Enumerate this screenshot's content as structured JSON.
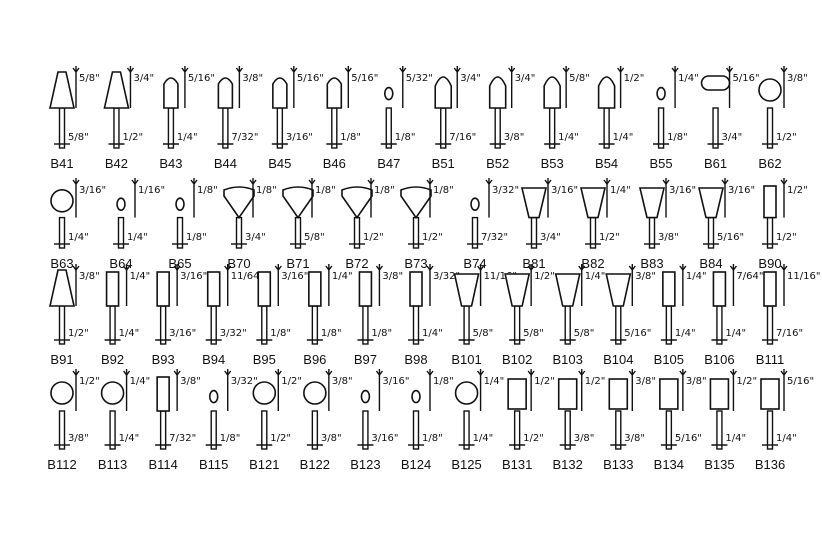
{
  "catalog": {
    "rows": [
      {
        "items": [
          {
            "code": "B41",
            "shape": "cone",
            "dims": [
              "5/8\"",
              "5/8\""
            ]
          },
          {
            "code": "B42",
            "shape": "cone",
            "dims": [
              "3/4\"",
              "1/2\""
            ]
          },
          {
            "code": "B43",
            "shape": "round",
            "dims": [
              "5/16\"",
              "1/4\""
            ]
          },
          {
            "code": "B44",
            "shape": "round",
            "dims": [
              "3/8\"",
              "7/32\""
            ]
          },
          {
            "code": "B45",
            "shape": "round",
            "dims": [
              "5/16\"",
              "3/16\""
            ]
          },
          {
            "code": "B46",
            "shape": "round",
            "dims": [
              "5/16\"",
              "1/8\""
            ]
          },
          {
            "code": "B47",
            "shape": "small",
            "dims": [
              "5/32\"",
              "1/8\""
            ]
          },
          {
            "code": "B51",
            "shape": "bullet",
            "dims": [
              "3/4\"",
              "7/16\""
            ]
          },
          {
            "code": "B52",
            "shape": "bullet",
            "dims": [
              "3/4\"",
              "3/8\""
            ]
          },
          {
            "code": "B53",
            "shape": "bullet",
            "dims": [
              "5/8\"",
              "1/4\""
            ]
          },
          {
            "code": "B54",
            "shape": "bullet",
            "dims": [
              "1/2\"",
              "1/4\""
            ]
          },
          {
            "code": "B55",
            "shape": "small",
            "dims": [
              "1/4\"",
              "1/8\""
            ]
          },
          {
            "code": "B61",
            "shape": "mushroom",
            "dims": [
              "5/16\"",
              "3/4\""
            ]
          },
          {
            "code": "B62",
            "shape": "ball",
            "dims": [
              "3/8\"",
              "1/2\""
            ]
          }
        ]
      },
      {
        "items": [
          {
            "code": "B63",
            "shape": "ball",
            "dims": [
              "3/16\"",
              "1/4\""
            ]
          },
          {
            "code": "B64",
            "shape": "small",
            "dims": [
              "1/16\"",
              "1/4\""
            ]
          },
          {
            "code": "B65",
            "shape": "small",
            "dims": [
              "1/8\"",
              "1/8\""
            ]
          },
          {
            "code": "B70",
            "shape": "wheel",
            "dims": [
              "1/8\"",
              "3/4\""
            ]
          },
          {
            "code": "B71",
            "shape": "wheel",
            "dims": [
              "1/8\"",
              "5/8\""
            ]
          },
          {
            "code": "B72",
            "shape": "wheel",
            "dims": [
              "1/8\"",
              "1/2\""
            ]
          },
          {
            "code": "B73",
            "shape": "wheel",
            "dims": [
              "1/8\"",
              "1/2\""
            ]
          },
          {
            "code": "B74",
            "shape": "small",
            "dims": [
              "3/32\"",
              "7/32\""
            ]
          },
          {
            "code": "B81",
            "shape": "inverted",
            "dims": [
              "3/16\"",
              "3/4\""
            ]
          },
          {
            "code": "B82",
            "shape": "inverted",
            "dims": [
              "1/4\"",
              "1/2\""
            ]
          },
          {
            "code": "B83",
            "shape": "inverted",
            "dims": [
              "3/16\"",
              "3/8\""
            ]
          },
          {
            "code": "B84",
            "shape": "inverted",
            "dims": [
              "3/16\"",
              "5/16\""
            ]
          },
          {
            "code": "B90",
            "shape": "cylinder",
            "dims": [
              "1/2\"",
              "1/2\""
            ]
          }
        ]
      },
      {
        "items": [
          {
            "code": "B91",
            "shape": "cone",
            "dims": [
              "3/8\"",
              "1/2\""
            ]
          },
          {
            "code": "B92",
            "shape": "cylinder",
            "dims": [
              "1/4\"",
              "1/4\""
            ]
          },
          {
            "code": "B93",
            "shape": "cylinder",
            "dims": [
              "3/16\"",
              "3/16\""
            ]
          },
          {
            "code": "B94",
            "shape": "cylinder",
            "dims": [
              "11/64\"",
              "3/32\""
            ]
          },
          {
            "code": "B95",
            "shape": "cylinder",
            "dims": [
              "3/16\"",
              "1/8\""
            ]
          },
          {
            "code": "B96",
            "shape": "cylinder",
            "dims": [
              "1/4\"",
              "1/8\""
            ]
          },
          {
            "code": "B97",
            "shape": "cylinder",
            "dims": [
              "3/8\"",
              "1/8\""
            ]
          },
          {
            "code": "B98",
            "shape": "cylinder",
            "dims": [
              "3/32\"",
              "1/4\""
            ]
          },
          {
            "code": "B101",
            "shape": "inverted",
            "dims": [
              "11/16\"",
              "5/8\""
            ]
          },
          {
            "code": "B102",
            "shape": "inverted",
            "dims": [
              "1/2\"",
              "5/8\""
            ]
          },
          {
            "code": "B103",
            "shape": "inverted",
            "dims": [
              "1/4\"",
              "5/8\""
            ]
          },
          {
            "code": "B104",
            "shape": "inverted",
            "dims": [
              "3/8\"",
              "5/16\""
            ]
          },
          {
            "code": "B105",
            "shape": "cylinder",
            "dims": [
              "1/4\"",
              "1/4\""
            ]
          },
          {
            "code": "B106",
            "shape": "cylinder",
            "dims": [
              "7/64\"",
              "1/4\""
            ]
          },
          {
            "code": "B111",
            "shape": "cylinder",
            "dims": [
              "11/16\"",
              "7/16\""
            ]
          }
        ]
      },
      {
        "items": [
          {
            "code": "B112",
            "shape": "ball",
            "dims": [
              "1/2\"",
              "3/8\""
            ]
          },
          {
            "code": "B113",
            "shape": "ball",
            "dims": [
              "1/4\"",
              "1/4\""
            ]
          },
          {
            "code": "B114",
            "shape": "cylinder",
            "dims": [
              "3/8\"",
              "7/32\""
            ]
          },
          {
            "code": "B115",
            "shape": "small",
            "dims": [
              "3/32\"",
              "1/8\""
            ]
          },
          {
            "code": "B121",
            "shape": "ball",
            "dims": [
              "1/2\"",
              "1/2\""
            ]
          },
          {
            "code": "B122",
            "shape": "ball",
            "dims": [
              "3/8\"",
              "3/8\""
            ]
          },
          {
            "code": "B123",
            "shape": "small",
            "dims": [
              "3/16\"",
              "3/16\""
            ]
          },
          {
            "code": "B124",
            "shape": "small",
            "dims": [
              "1/8\"",
              "1/8\""
            ]
          },
          {
            "code": "B125",
            "shape": "ball",
            "dims": [
              "1/4\"",
              "1/4\""
            ]
          },
          {
            "code": "B131",
            "shape": "square",
            "dims": [
              "1/2\"",
              "1/2\""
            ]
          },
          {
            "code": "B132",
            "shape": "square",
            "dims": [
              "1/2\"",
              "3/8\""
            ]
          },
          {
            "code": "B133",
            "shape": "square",
            "dims": [
              "3/8\"",
              "3/8\""
            ]
          },
          {
            "code": "B134",
            "shape": "square",
            "dims": [
              "3/8\"",
              "5/16\""
            ]
          },
          {
            "code": "B135",
            "shape": "square",
            "dims": [
              "1/2\"",
              "1/4\""
            ]
          },
          {
            "code": "B136",
            "shape": "square",
            "dims": [
              "5/16\"",
              "1/4\""
            ]
          }
        ]
      }
    ]
  }
}
